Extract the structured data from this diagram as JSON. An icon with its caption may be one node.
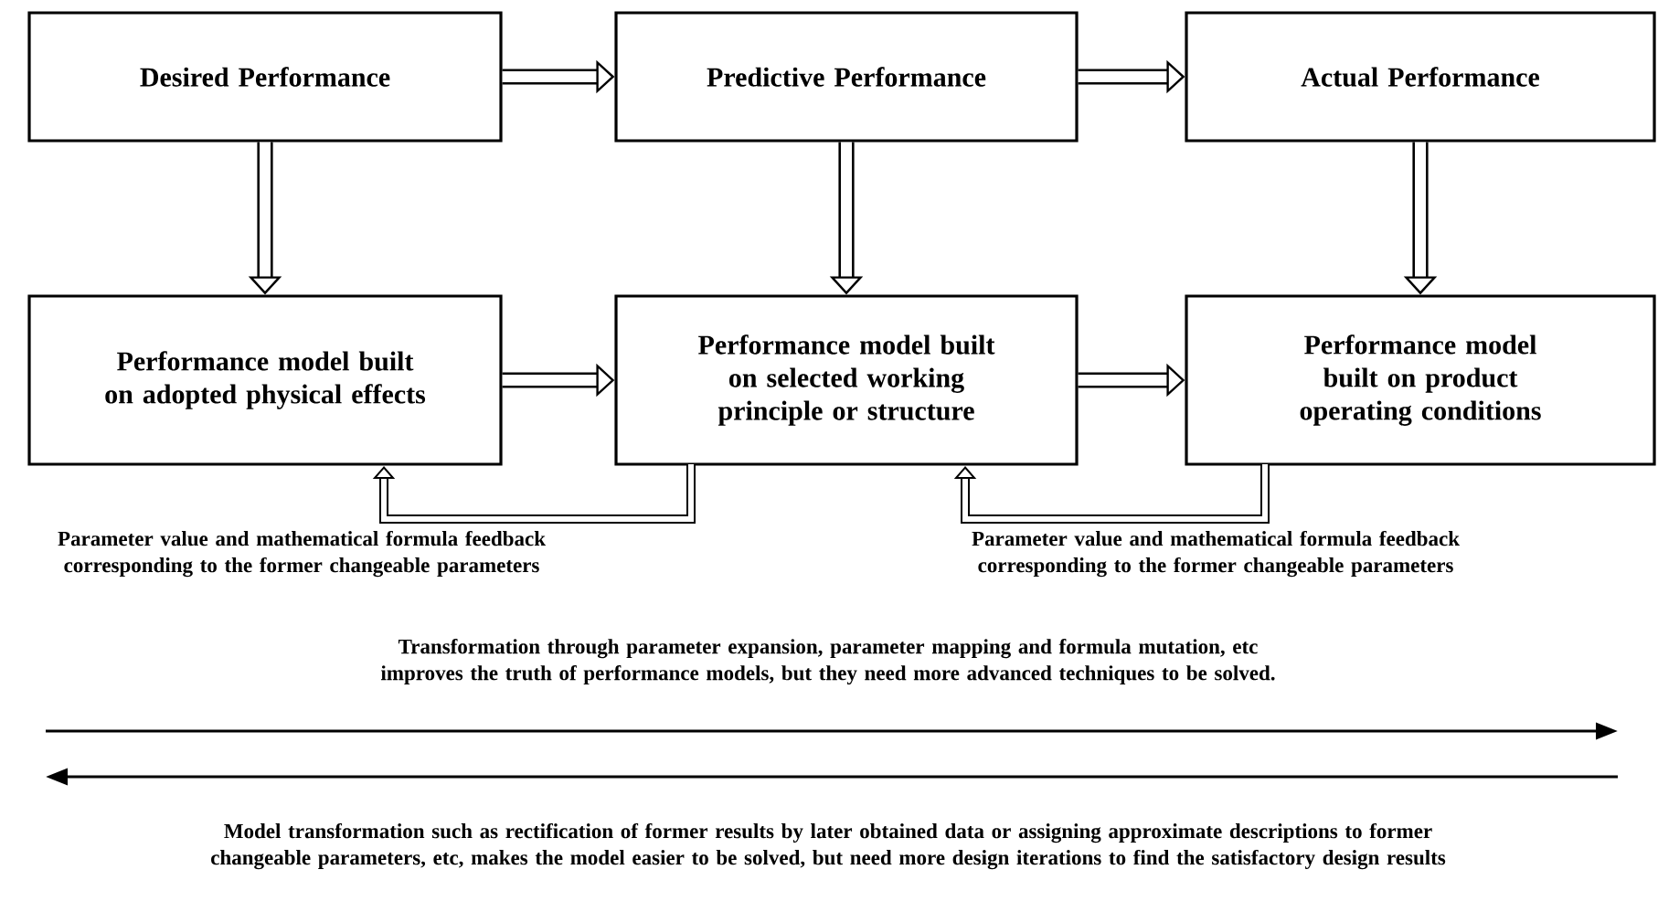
{
  "diagram": {
    "nodes": [
      {
        "text": [
          "Desired Performance"
        ]
      },
      {
        "text": [
          "Predictive Performance"
        ]
      },
      {
        "text": [
          "Actual Performance"
        ]
      },
      {
        "text": [
          "Performance model built on adopted physical effects"
        ]
      },
      {
        "text": [
          "Performance model built on selected working principle or structure"
        ]
      },
      {
        "text": [
          "Performance model built on product operating conditions"
        ]
      }
    ],
    "edges": [
      {
        "from": 0,
        "to": 1,
        "arrow": "to"
      },
      {
        "from": 1,
        "to": 2,
        "arrow": "to"
      },
      {
        "from": 0,
        "to": 3,
        "arrow": "to"
      },
      {
        "from": 1,
        "to": 4,
        "arrow": "to"
      },
      {
        "from": 2,
        "to": 5,
        "arrow": "to"
      },
      {
        "from": 3,
        "to": 4,
        "arrow": "to"
      },
      {
        "from": 4,
        "to": 5,
        "arrow": "to"
      },
      {
        "from": 4,
        "to": 3,
        "arrow": "to"
      },
      {
        "from": 5,
        "to": 4,
        "arrow": "to"
      }
    ],
    "labels": [
      "Parameter value and mathematical formula feedback corresponding to the former changeable parameters",
      "Parameter value and mathematical formula feedback corresponding to the former changeable parameters",
      "Transformation through parameter expansion, parameter mapping and formula mutation, etc improves the truth of performance models, but they need more advanced techniques to be solved.",
      "Model transformation such as rectification of former results by later obtained data or assigning approximate descriptions to former changeable parameters, etc,  makes the model easier to be solved, but need more design iterations to find the satisfactory design results"
    ]
  }
}
